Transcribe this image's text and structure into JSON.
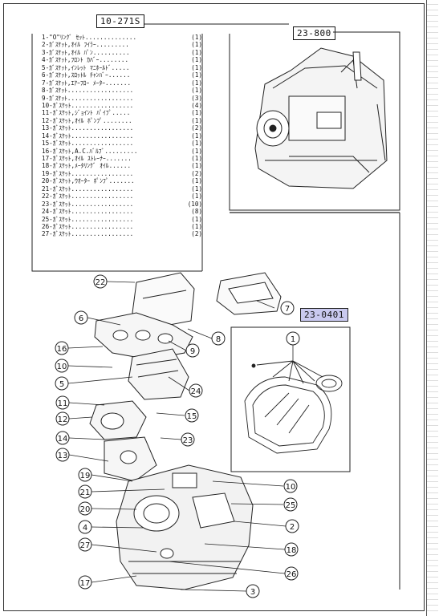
{
  "refs": {
    "list_ref": "10-271S",
    "engine_ref": "23-800",
    "gasket_ref": "23-0401"
  },
  "parts_list": [
    {
      "name": "1-\"O\"ﾘﾝｸﾞ ｾｯﾄ..............",
      "qty": "(1)"
    },
    {
      "name": "2-ｶﾞｽｹｯﾄ,ｵｲﾙ ﾌｲﾗｰ.........",
      "qty": "(1)"
    },
    {
      "name": "3-ｶﾞｽｹｯﾄ,ｵｲﾙ ﾊﾟﾝ..........",
      "qty": "(1)"
    },
    {
      "name": "4-ｶﾞｽｹｯﾄ,ﾌﾛﾝﾄ ｶﾊﾞｰ........",
      "qty": "(1)"
    },
    {
      "name": "5-ｶﾞｽｹｯﾄ,ｲﾝﾚｯﾄ ﾏﾆﾎｰﾙﾄﾞ.....",
      "qty": "(1)"
    },
    {
      "name": "6-ｶﾞｽｹｯﾄ,ｽﾛｯﾄﾙ ﾁｬﾝﾊﾞｰ......",
      "qty": "(1)"
    },
    {
      "name": "7-ｶﾞｽｹｯﾄ,ｴｱｰﾌﾛｰ ﾒｰﾀｰ.......",
      "qty": "(1)"
    },
    {
      "name": "8-ｶﾞｽｹｯﾄ..................",
      "qty": "(1)"
    },
    {
      "name": "9-ｶﾞｽｹｯﾄ..................",
      "qty": "(3)"
    },
    {
      "name": "10-ｶﾞｽｹｯﾄ.................",
      "qty": "(4)"
    },
    {
      "name": "11-ｶﾞｽｹｯﾄ,ｼﾞｮｲﾝﾄ ﾊﾟｲﾌﾟ.....",
      "qty": "(1)"
    },
    {
      "name": "12-ｶﾞｽｹｯﾄ,ｵｲﾙ ﾎﾟﾝﾌﾟ........",
      "qty": "(1)"
    },
    {
      "name": "13-ｶﾞｽｹｯﾄ.................",
      "qty": "(2)"
    },
    {
      "name": "14-ｶﾞｽｹｯﾄ.................",
      "qty": "(1)"
    },
    {
      "name": "15-ｶﾞｽｹｯﾄ.................",
      "qty": "(1)"
    },
    {
      "name": "16-ｶﾞｽｹｯﾄ,A.C.ﾊﾞﾙﾌﾞ.........",
      "qty": "(1)"
    },
    {
      "name": "17-ｶﾞｽｹｯﾄ,ｵｲﾙ ｽﾄﾚｰﾅｰ.......",
      "qty": "(1)"
    },
    {
      "name": "18-ｶﾞｽｹｯﾄ,ﾒｰﾀﾘﾝｸﾞ ｵｲﾙ......",
      "qty": "(1)"
    },
    {
      "name": "19-ｶﾞｽｹｯﾄ.................",
      "qty": "(2)"
    },
    {
      "name": "20-ｶﾞｽｹｯﾄ,ｳｵｰﾀｰ ﾎﾟﾝﾌﾟ.......",
      "qty": "(1)"
    },
    {
      "name": "21-ｶﾞｽｹｯﾄ.................",
      "qty": "(1)"
    },
    {
      "name": "22-ｶﾞｽｹｯﾄ.................",
      "qty": "(1)"
    },
    {
      "name": "23-ｶﾞｽｹｯﾄ.................",
      "qty": "(10)"
    },
    {
      "name": "24-ｶﾞｽｹｯﾄ.................",
      "qty": "(8)"
    },
    {
      "name": "25-ｶﾞｽｹｯﾄ.................",
      "qty": "(1)"
    },
    {
      "name": "26-ｶﾞｽｹｯﾄ.................",
      "qty": "(1)"
    },
    {
      "name": "27-ｶﾞｽｹｯﾄ.................",
      "qty": "(2)"
    }
  ],
  "callouts": [
    "22",
    "6",
    "7",
    "8",
    "16",
    "9",
    "10",
    "5",
    "24",
    "11",
    "12",
    "15",
    "14",
    "23",
    "13",
    "19",
    "10",
    "21",
    "25",
    "20",
    "2",
    "4",
    "27",
    "18",
    "17",
    "26",
    "3",
    "1"
  ]
}
